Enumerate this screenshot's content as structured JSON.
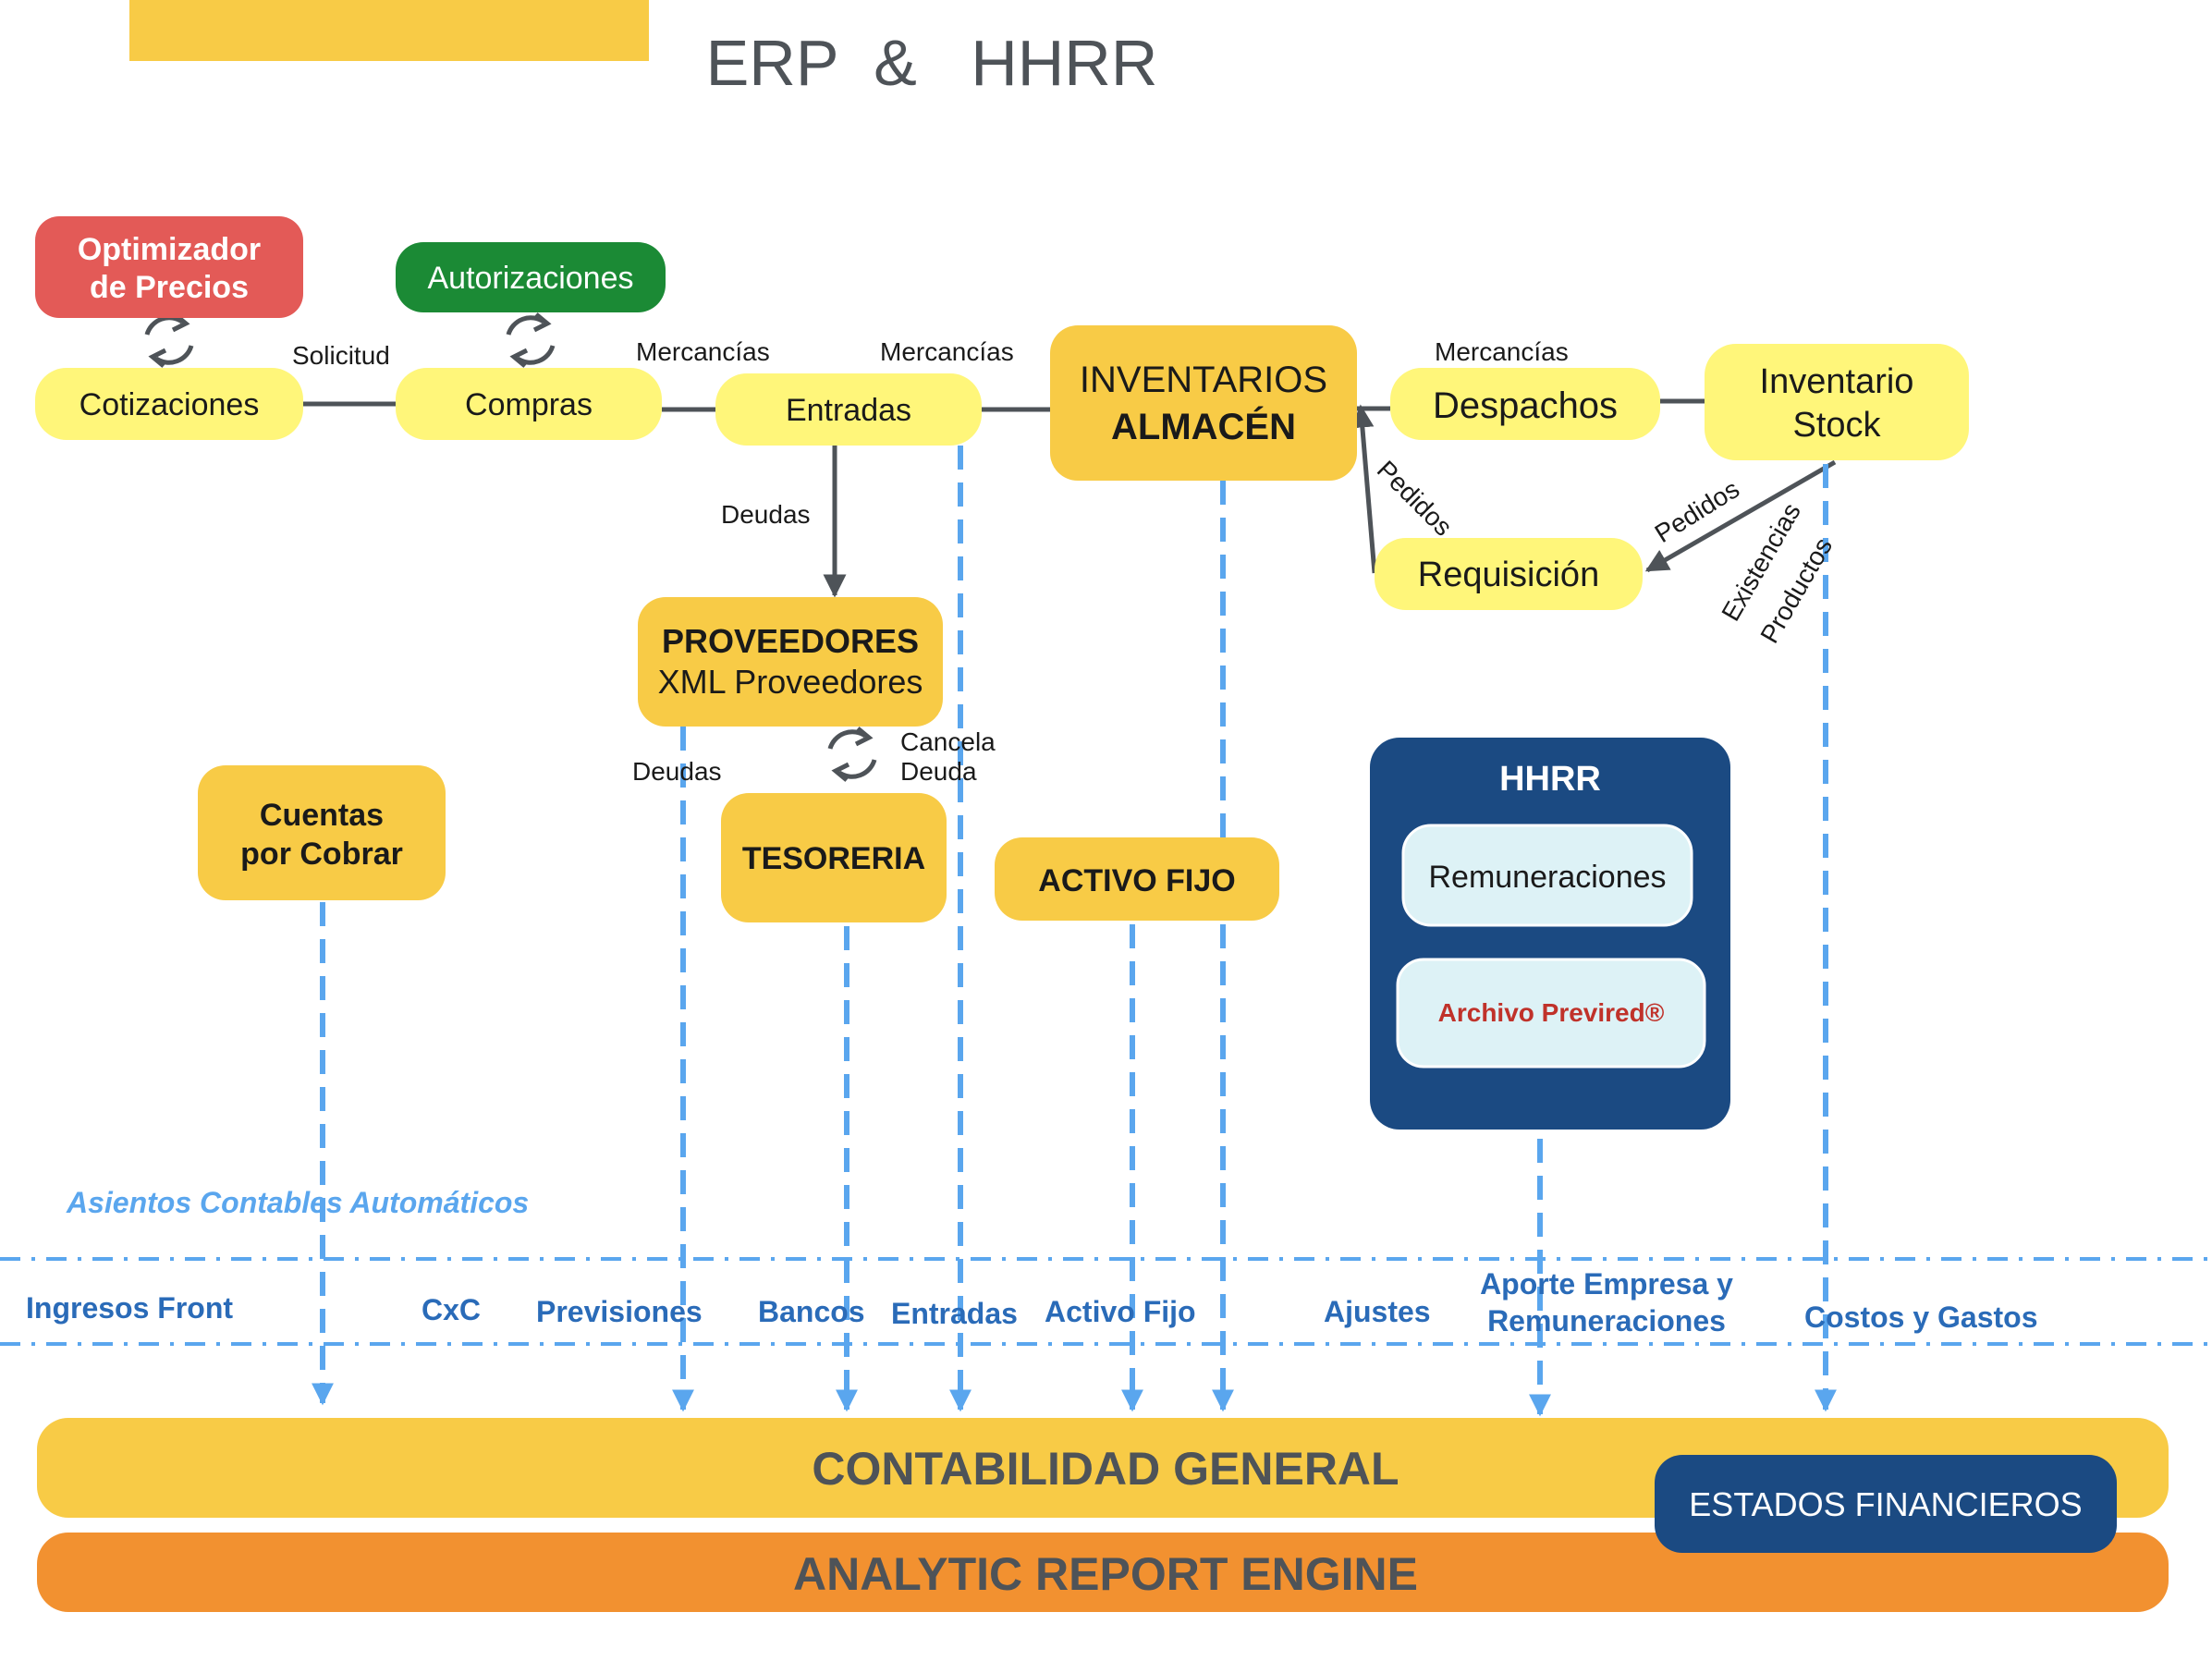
{
  "title": "ERP  &   HHRR",
  "colors": {
    "yellow_light": "#FFF67A",
    "yellow": "#F8CB46",
    "red": "#E35A57",
    "green": "#1B8A35",
    "navy": "#1B4A82",
    "orange": "#F29130",
    "blue_dash": "#5AA6EE",
    "arrow": "#4E5358",
    "text_dark": "#1A1A1A",
    "text_blue": "#2A6BB8",
    "previred_red": "#C0322A"
  },
  "nodes": {
    "optimizador": [
      "Optimizador",
      "de Precios"
    ],
    "autorizaciones": "Autorizaciones",
    "cotizaciones": "Cotizaciones",
    "compras": "Compras",
    "entradas": "Entradas",
    "inventarios": [
      "INVENTARIOS",
      "ALMACÉN"
    ],
    "despachos": "Despachos",
    "inventario_stock": [
      "Inventario",
      "Stock"
    ],
    "requisicion": "Requisición",
    "proveedores": [
      "PROVEEDORES",
      "XML Proveedores"
    ],
    "tesoreria": "TESORERIA",
    "cuentas_por_cobrar": [
      "Cuentas",
      "por Cobrar"
    ],
    "activo_fijo": "ACTIVO FIJO",
    "hhrr": {
      "title": "HHRR",
      "remuneraciones": "Remuneraciones",
      "previred": "Archivo Previred®"
    },
    "contabilidad": "CONTABILIDAD GENERAL",
    "estados_financieros": "ESTADOS FINANCIEROS",
    "analytic": "ANALYTIC REPORT ENGINE"
  },
  "edge_labels": {
    "solicitud": "Solicitud",
    "mercancias_1": "Mercancías",
    "mercancias_2": "Mercancías",
    "mercancias_3": "Mercancías",
    "deudas_1": "Deudas",
    "deudas_2": "Deudas",
    "cancela": [
      "Cancela",
      "Deuda"
    ],
    "pedidos_1": "Pedidos",
    "pedidos_2": "Pedidos",
    "existencias": "Existencias",
    "productos": "Productos"
  },
  "asientos_label": "Asientos Contables Automáticos",
  "band_labels": {
    "ingresos_front": "Ingresos Front",
    "cxc": "CxC",
    "previsiones": "Previsiones",
    "bancos": "Bancos",
    "entradas": "Entradas",
    "activo_fijo": "Activo Fijo",
    "ajustes": "Ajustes",
    "aporte": [
      "Aporte Empresa y",
      "Remuneraciones"
    ],
    "costos": "Costos y Gastos"
  }
}
